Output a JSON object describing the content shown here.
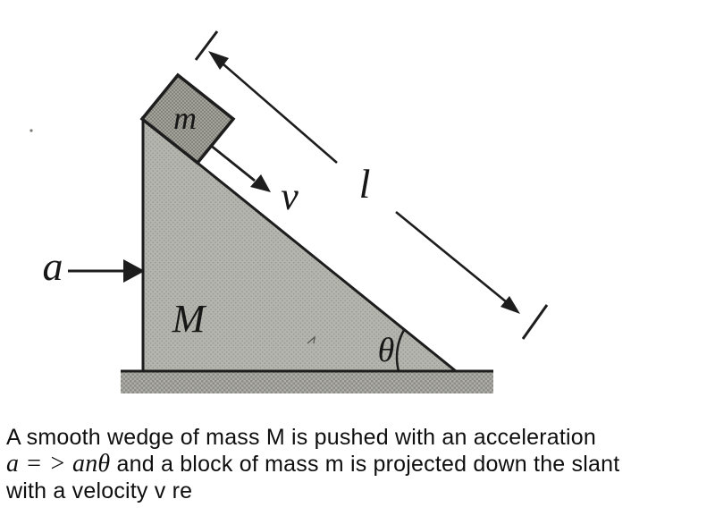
{
  "figure": {
    "labels": {
      "block_mass": "m",
      "wedge_mass": "M",
      "velocity": "v",
      "slope_length": "l",
      "acceleration": "a",
      "incline_angle": "θ"
    },
    "colors": {
      "wedge_fill": "#b5b5af",
      "block_fill": "#a4a49c",
      "ground_fill": "#afafa9",
      "outline": "#1d1d1d"
    }
  },
  "caption": {
    "line1": "A smooth wedge of mass M is pushed with an acceleration",
    "line2_math": "a = > anθ",
    "line2_text": "and a block of mass m is projected down the slant",
    "line3": "with a velocity v re"
  }
}
